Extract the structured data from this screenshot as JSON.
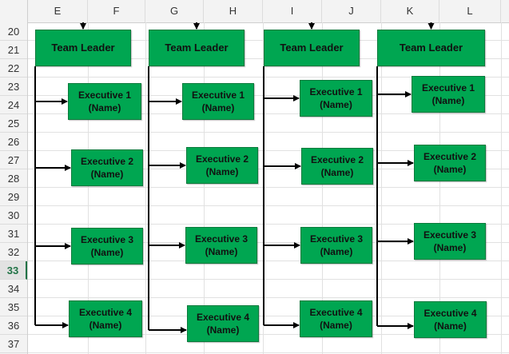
{
  "columns": [
    "E",
    "F",
    "G",
    "H",
    "I",
    "J",
    "K",
    "L"
  ],
  "rows": [
    "20",
    "21",
    "22",
    "23",
    "24",
    "25",
    "26",
    "27",
    "28",
    "29",
    "30",
    "31",
    "32",
    "33",
    "34",
    "35",
    "36",
    "37"
  ],
  "active_row": "33",
  "chart": {
    "leader_label": "Team Leader",
    "executives": [
      {
        "line1": "Executive 1",
        "line2": "(Name)"
      },
      {
        "line1": "Executive 2",
        "line2": "(Name)"
      },
      {
        "line1": "Executive 3",
        "line2": "(Name)"
      },
      {
        "line1": "Executive 4",
        "line2": "(Name)"
      }
    ],
    "box_color": "#00a651",
    "border_color": "#0a7a3c"
  }
}
